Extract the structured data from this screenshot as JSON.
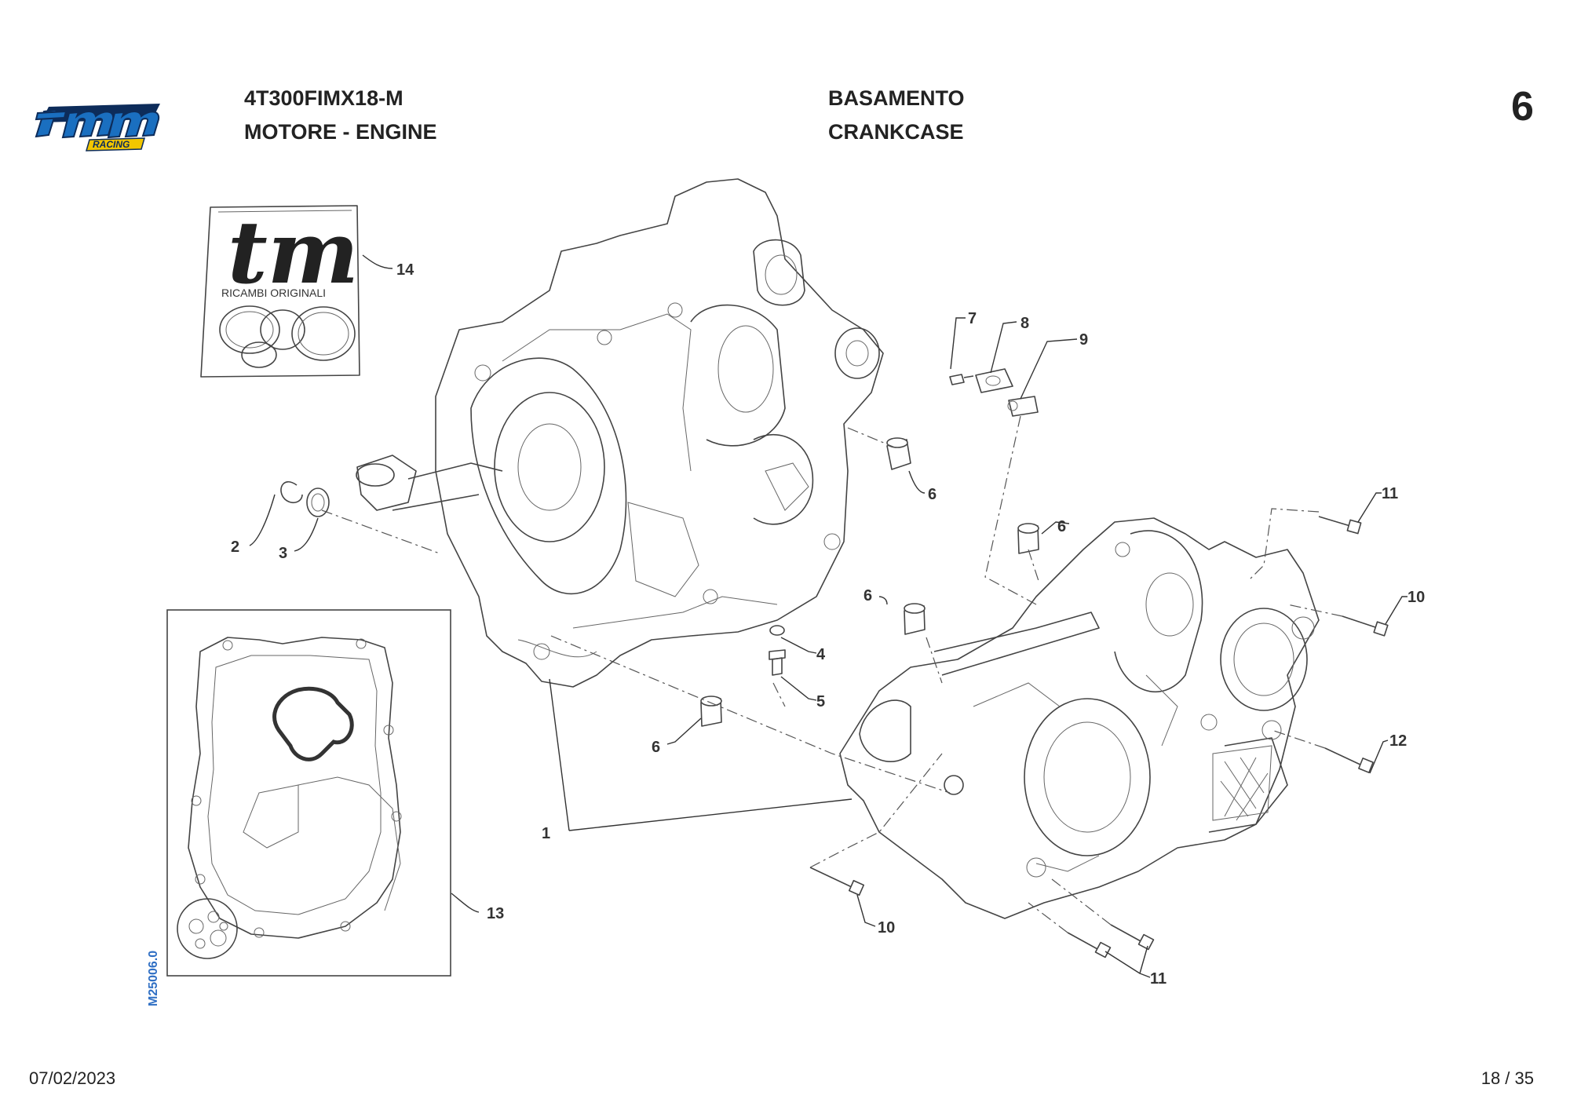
{
  "header": {
    "model_code": "4T300FIMX18-M",
    "section": "MOTORE - ENGINE",
    "name_it": "BASAMENTO",
    "name_en": "CRANKCASE",
    "table_number": "6"
  },
  "logo": {
    "text": "tm",
    "subtext": "RACING",
    "colors": {
      "blue": "#1a6fc0",
      "yellow": "#f2c600",
      "dark": "#0d2c5a"
    }
  },
  "kit_box": {
    "brand": "tm",
    "label": "RICAMBI ORIGINALI"
  },
  "drawing_code": "M25006.0",
  "drawing_code_color": "#2f6fc4",
  "callouts": [
    "14",
    "7",
    "8",
    "9",
    "6",
    "2",
    "3",
    "11",
    "6",
    "10",
    "6",
    "4",
    "5",
    "6",
    "12",
    "1",
    "13",
    "10",
    "11"
  ],
  "footer": {
    "date": "07/02/2023",
    "page": "18 / 35"
  }
}
